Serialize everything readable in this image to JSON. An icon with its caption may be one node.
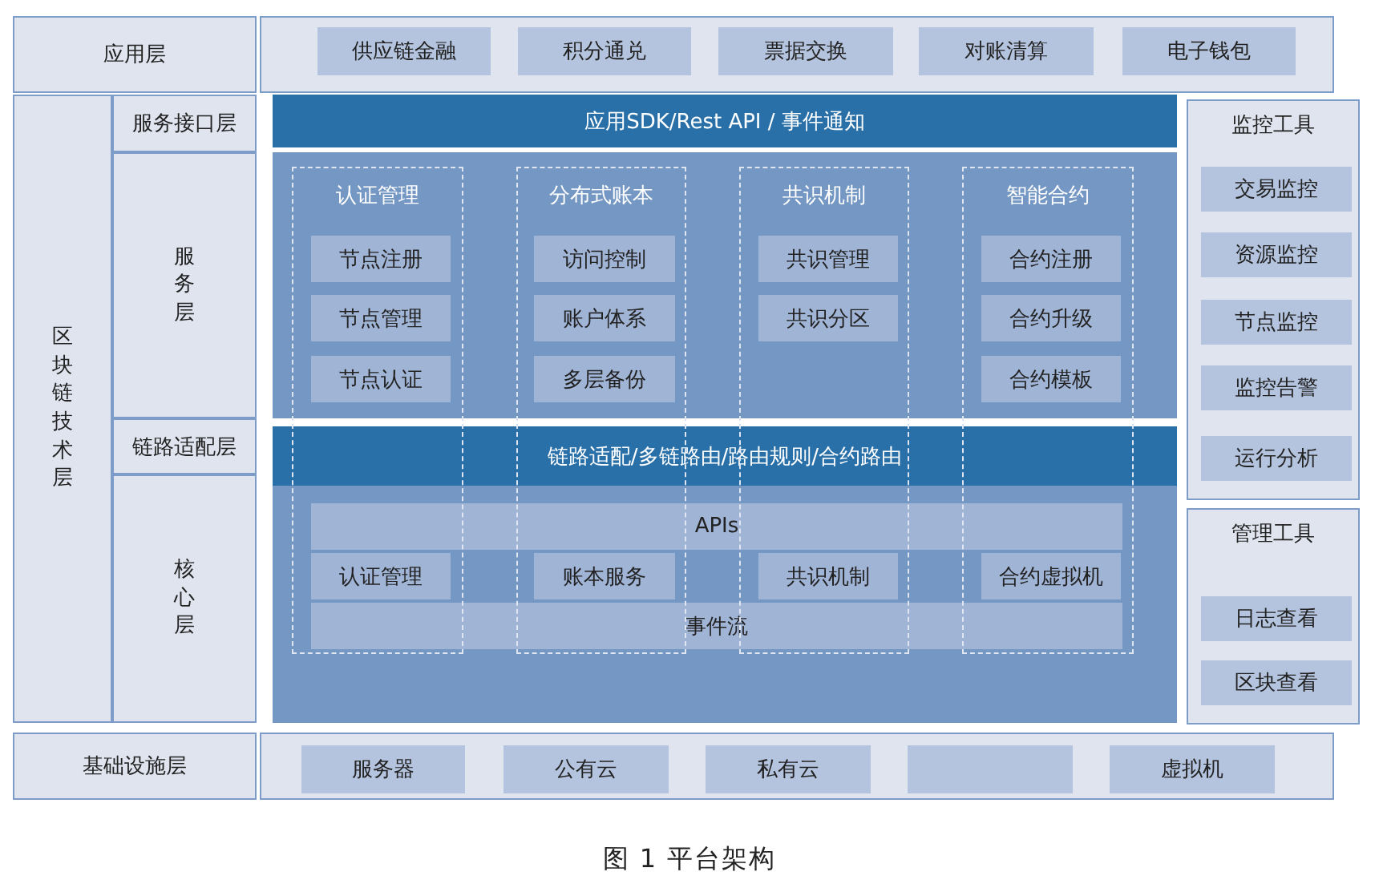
{
  "diagram": {
    "caption": "图 1 平台架构",
    "nodes": [
      {
        "text": [
          "应用层"
        ]
      },
      {
        "text": [],
        "shape": "box"
      },
      {
        "text": [
          "供应链金融"
        ],
        "in": 1
      },
      {
        "text": [
          "积分通兑"
        ],
        "in": 1
      },
      {
        "text": [
          "票据交换"
        ],
        "in": 1
      },
      {
        "text": [
          "对账清算"
        ],
        "in": 1
      },
      {
        "text": [
          "电子钱包"
        ],
        "in": 1
      },
      {
        "text": [
          "区块链技术层"
        ]
      },
      {
        "text": [
          "服务接口层"
        ]
      },
      {
        "text": [
          "服务层"
        ]
      },
      {
        "text": [
          "链路适配层"
        ]
      },
      {
        "text": [
          "核心层"
        ]
      },
      {
        "text": [
          "应用SDK/Rest API / 事件通知"
        ]
      },
      {
        "text": [],
        "shape": "box"
      },
      {
        "text": [
          "链路适配/多链路由/路由规则/合约路由"
        ]
      },
      {
        "text": [],
        "shape": "box"
      },
      {
        "text": [
          "认证管理"
        ]
      },
      {
        "text": [
          "分布式账本"
        ]
      },
      {
        "text": [
          "共识机制"
        ]
      },
      {
        "text": [
          "智能合约"
        ]
      },
      {
        "text": [
          "节点注册"
        ]
      },
      {
        "text": [
          "节点管理"
        ]
      },
      {
        "text": [
          "节点认证"
        ]
      },
      {
        "text": [
          "访问控制"
        ]
      },
      {
        "text": [
          "账户体系"
        ]
      },
      {
        "text": [
          "多层备份"
        ]
      },
      {
        "text": [
          "共识管理"
        ]
      },
      {
        "text": [
          "共识分区"
        ]
      },
      {
        "text": [
          "合约注册"
        ]
      },
      {
        "text": [
          "合约升级"
        ]
      },
      {
        "text": [
          "合约模板"
        ]
      },
      {
        "text": [
          "APIs"
        ],
        "in": 15
      },
      {
        "text": [
          "认证管理"
        ]
      },
      {
        "text": [
          "账本服务"
        ]
      },
      {
        "text": [
          "共识机制"
        ]
      },
      {
        "text": [
          "合约虚拟机"
        ]
      },
      {
        "text": [
          "事件流"
        ],
        "in": 15
      },
      {
        "text": [
          "监控工具"
        ]
      },
      {
        "text": [
          "交易监控"
        ],
        "in": 37
      },
      {
        "text": [
          "资源监控"
        ],
        "in": 37
      },
      {
        "text": [
          "节点监控"
        ],
        "in": 37
      },
      {
        "text": [
          "监控告警"
        ],
        "in": 37
      },
      {
        "text": [
          "运行分析"
        ],
        "in": 37
      },
      {
        "text": [
          "管理工具"
        ]
      },
      {
        "text": [
          "日志查看"
        ],
        "in": 43
      },
      {
        "text": [
          "区块查看"
        ],
        "in": 43
      },
      {
        "text": [
          "基础设施层"
        ]
      },
      {
        "text": [],
        "shape": "box"
      },
      {
        "text": [
          "服务器"
        ],
        "in": 47
      },
      {
        "text": [
          "公有云"
        ],
        "in": 47
      },
      {
        "text": [
          "私有云"
        ],
        "in": 47
      },
      {
        "text": [],
        "shape": "box",
        "in": 47
      },
      {
        "text": [
          "虚拟机"
        ],
        "in": 47
      }
    ]
  }
}
